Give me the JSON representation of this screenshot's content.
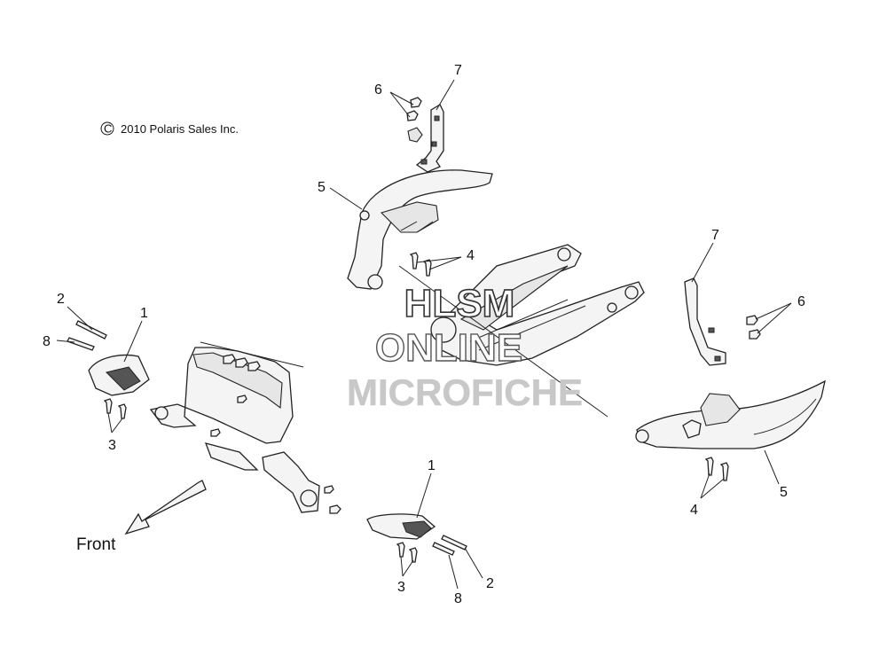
{
  "copyright": {
    "symbol": "C",
    "text": "2010 Polaris Sales Inc."
  },
  "front_label": "Front",
  "watermark": {
    "line1": "HLSM",
    "line2": "ONLINE",
    "line3": "MICROFICHE"
  },
  "callouts": {
    "top_7": "7",
    "top_6": "6",
    "top_5": "5",
    "top_4": "4",
    "left_2": "2",
    "left_8": "8",
    "left_1": "1",
    "left_3": "3",
    "right_7": "7",
    "right_6": "6",
    "right_5": "5",
    "right_4": "4",
    "bottom_1": "1",
    "bottom_3": "3",
    "bottom_8": "8",
    "bottom_2": "2"
  },
  "colors": {
    "line": "#222222",
    "part_fill": "#f4f4f4",
    "watermark_fill": "#ffffff",
    "watermark_stroke": "#333333",
    "watermark_gray": "#c8c8c8"
  }
}
